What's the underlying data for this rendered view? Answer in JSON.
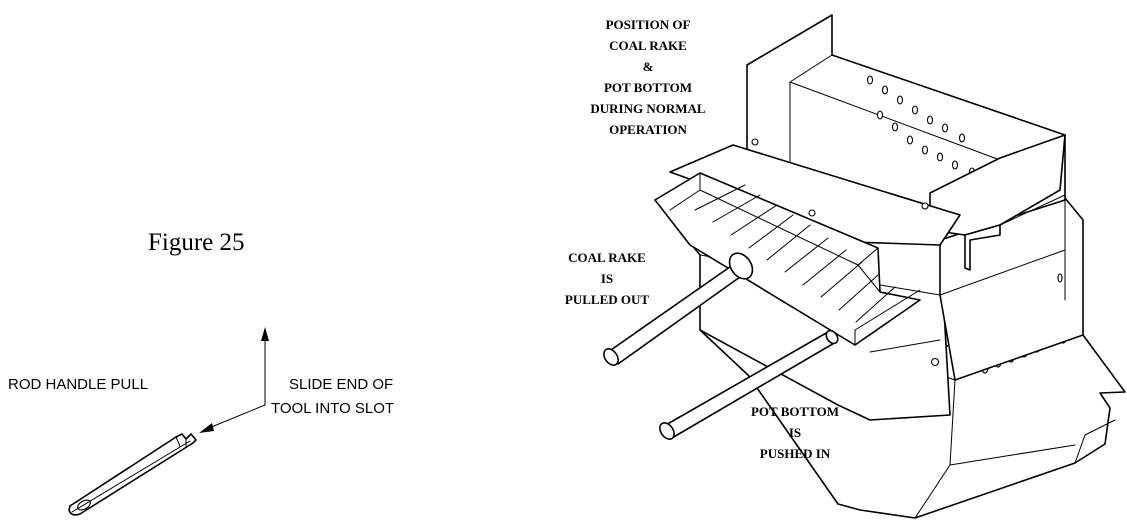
{
  "figure": {
    "caption": "Figure 25"
  },
  "tool_detail": {
    "rod_handle_label": "ROD HANDLE PULL",
    "slide_instruction_line1": "SLIDE END OF",
    "slide_instruction_line2": "TOOL INTO SLOT"
  },
  "assembly": {
    "normal_position_lines": [
      "POSITION OF",
      "COAL RAKE",
      "&",
      "POT BOTTOM",
      "DURING NORMAL",
      "OPERATION"
    ],
    "coal_rake_lines": [
      "COAL RAKE",
      "IS",
      "PULLED OUT"
    ],
    "pot_bottom_lines": [
      "POT BOTTOM",
      "IS",
      "PUSHED IN"
    ]
  }
}
